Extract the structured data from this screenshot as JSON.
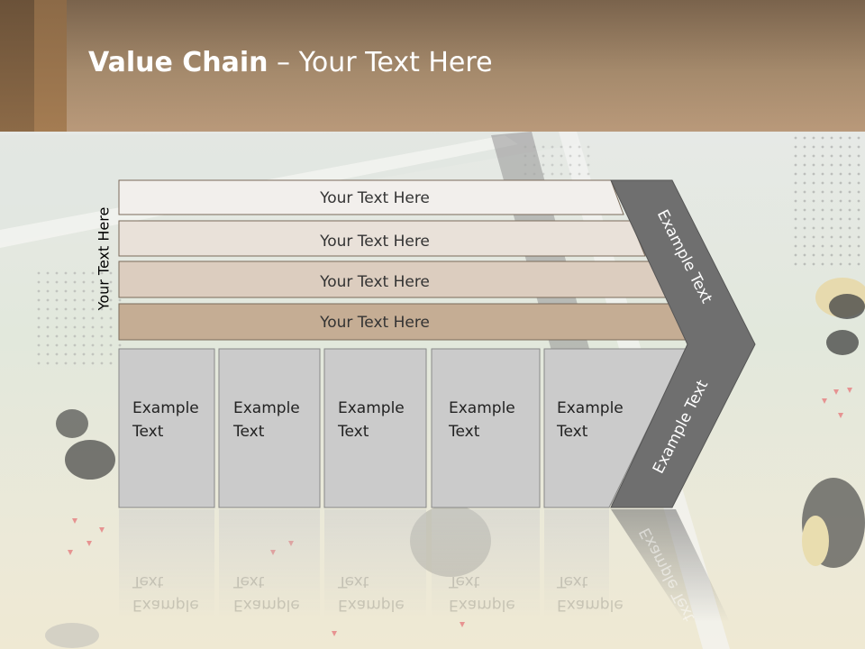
{
  "title": {
    "bold": "Value Chain",
    "rest": " – Your Text Here"
  },
  "side_label": "Your Text Here",
  "rows": [
    "Your Text Here",
    "Your Text Here",
    "Your Text Here",
    "Your Text Here"
  ],
  "boxes": [
    {
      "line1": "Example",
      "line2": "Text"
    },
    {
      "line1": "Example",
      "line2": "Text"
    },
    {
      "line1": "Example",
      "line2": "Text"
    },
    {
      "line1": "Example",
      "line2": "Text"
    },
    {
      "line1": "Example",
      "line2": "Text"
    }
  ],
  "chevron": {
    "upper": "Example Text",
    "lower": "Example Text"
  },
  "colors": {
    "row1": "#f2efec",
    "row2": "#e9e1d9",
    "row3": "#dccdbf",
    "row4": "#c5ad94",
    "box": "#cbcbcb",
    "chevron": "#6f6f6f",
    "header": "#a58a6c"
  }
}
